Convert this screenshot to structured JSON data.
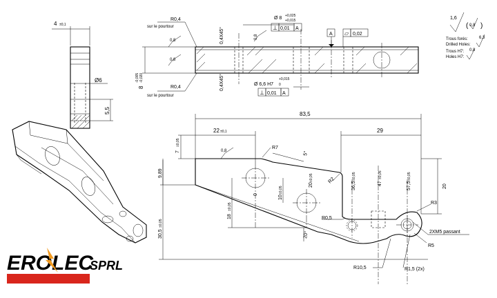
{
  "side_view": {
    "thickness": "4",
    "thickness_tol": "±0,1",
    "hole_dia": "Ø6",
    "counterbore_depth": "5,5"
  },
  "section_view": {
    "r_top": "R0,4",
    "r_top_note": "sur le pourtour",
    "r_bottom": "R0,4",
    "r_bottom_note": "sur le pourtour",
    "chamfer_top": "0,4X45°",
    "chamfer_bottom": "0,4X45°",
    "rough_1": "0,8",
    "rough_2": "0,8",
    "rough_3": "0,8",
    "thickness": "8",
    "thickness_tol_up": "-0,005",
    "thickness_tol_low": "-0,020",
    "dia_top": "Ø 8",
    "dia_top_tol_up": "+0,025",
    "dia_top_tol_low": "+0,015",
    "fcf_top_sym": "⊥",
    "fcf_top_val": "0,01",
    "fcf_top_ref": "A",
    "datum_a": "A",
    "flatness_sym": "▱",
    "flatness_val": "0,02",
    "dia_bottom": "Ø 6,6 H7",
    "dia_bottom_tol_up": "+0,015",
    "dia_bottom_tol_low": "0",
    "fcf_bot_sym": "⊥",
    "fcf_bot_val": "0,01",
    "fcf_bot_ref": "A"
  },
  "roughness_notes": {
    "general": "1,6",
    "general_paren": "0,8",
    "drilled_value": "6,3",
    "drilled_fr": "Trous forés:",
    "drilled_en": "Drilled Holes:",
    "h7_value": "0,8",
    "h7_fr": "Trous H7:",
    "h7_en": "Holes H7:"
  },
  "main_view": {
    "overall": "83,5",
    "dim_22": "22",
    "dim_22_tol": "±0,1",
    "dim_29": "29",
    "dim_7": "7",
    "dim_7_tol": "±0,05",
    "dim_9_89": "9,89",
    "dim_18": "18",
    "dim_18_tol": "±0,05",
    "dim_30_5": "30,5",
    "dim_30_5_tol": "±0,05",
    "dim_10": "10",
    "dim_10_tol": "±0,05",
    "dim_20v": "20",
    "dim_20v_tol": "±0,05",
    "dim_0": "0",
    "dim_36_5": "36,5",
    "dim_36_5_tol": "±0,05",
    "dim_47": "47",
    "dim_47_tol": "±0,05",
    "dim_57_5": "57,5",
    "dim_57_5_tol": "±0,05",
    "dim_20r": "20",
    "angle_5": "5°",
    "angle_20": "20°",
    "rough": "0,8",
    "r7": "R7",
    "r2": "R2",
    "r0_5": "R0,5",
    "r3": "R3",
    "r5": "R5",
    "r10_5": "R10,5",
    "r1_5": "R1,5 (2x)",
    "thread": "2XM5 passant"
  },
  "logo": {
    "brand": "EROLEC",
    "suffix": "SPRL",
    "colors": {
      "red": "#d9261c",
      "orange": "#f29a1f"
    }
  }
}
